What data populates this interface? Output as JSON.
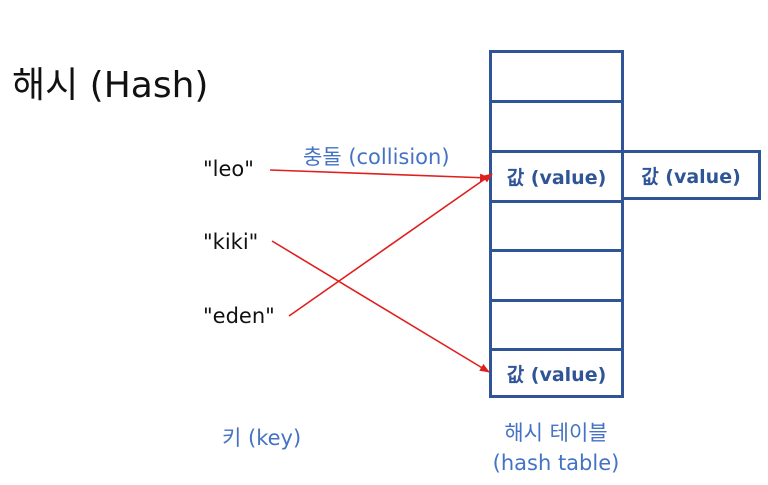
{
  "title": "해시 (Hash)",
  "collision_label": "충돌 (collision)",
  "keys": [
    {
      "label": "\"leo\""
    },
    {
      "label": "\"kiki\""
    },
    {
      "label": "\"eden\""
    }
  ],
  "keys_caption": "키 (key)",
  "hash_table": {
    "caption_line1": "해시 테이블",
    "caption_line2": "(hash table)",
    "slots": [
      "",
      "",
      "값 (value)",
      "",
      "",
      "",
      "값 (value)"
    ],
    "chained_value": "값 (value)"
  },
  "colors": {
    "arrow": "#e01f1f",
    "table_border": "#2f5597",
    "label_blue": "#4472c4"
  }
}
